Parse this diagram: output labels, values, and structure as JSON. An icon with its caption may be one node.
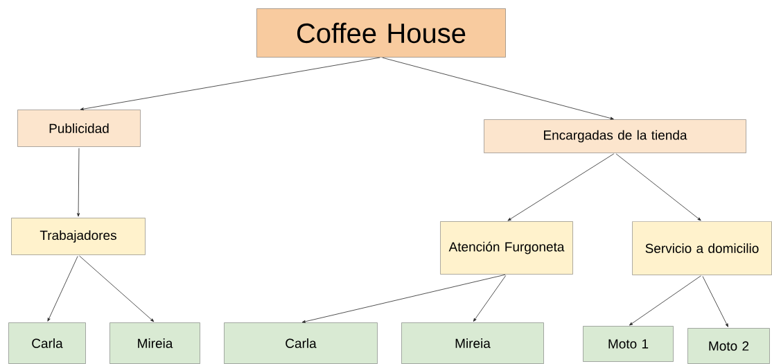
{
  "diagram": {
    "nodes": [
      {
        "text": [
          "Coffee House"
        ]
      },
      {
        "text": [
          "Publicidad"
        ]
      },
      {
        "text": [
          "Encargadas de la tienda"
        ]
      },
      {
        "text": [
          "Trabajadores"
        ]
      },
      {
        "text": [
          "Atención Furgoneta"
        ]
      },
      {
        "text": [
          "Servicio a domicilio"
        ]
      },
      {
        "text": [
          "Carla"
        ]
      },
      {
        "text": [
          "Mireia"
        ]
      },
      {
        "text": [
          "Carla"
        ]
      },
      {
        "text": [
          "Mireia"
        ]
      },
      {
        "text": [
          "Moto 1"
        ]
      },
      {
        "text": [
          "Moto 2"
        ]
      }
    ],
    "edges": [
      {
        "from": 0,
        "to": 1,
        "arrow": "to"
      },
      {
        "from": 0,
        "to": 2,
        "arrow": "to"
      },
      {
        "from": 1,
        "to": 3,
        "arrow": "to"
      },
      {
        "from": 2,
        "to": 4,
        "arrow": "to"
      },
      {
        "from": 2,
        "to": 5,
        "arrow": "to"
      },
      {
        "from": 3,
        "to": 6,
        "arrow": "to"
      },
      {
        "from": 3,
        "to": 7,
        "arrow": "to"
      },
      {
        "from": 4,
        "to": 8,
        "arrow": "to"
      },
      {
        "from": 4,
        "to": 9,
        "arrow": "to"
      },
      {
        "from": 5,
        "to": 10,
        "arrow": "to"
      },
      {
        "from": 5,
        "to": 11,
        "arrow": "to"
      }
    ]
  }
}
